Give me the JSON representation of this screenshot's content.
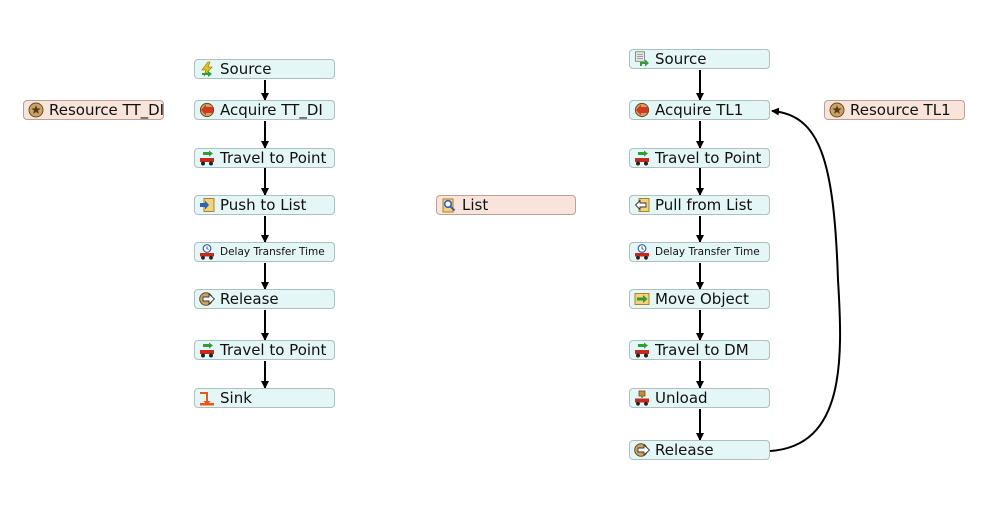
{
  "left_flow": {
    "resource": "Resource TT_DI",
    "steps": {
      "source": "Source",
      "acquire": "Acquire TT_DI",
      "travel1": "Travel to Point",
      "push": "Push to List",
      "delay": "Delay Transfer Time",
      "release": "Release",
      "travel2": "Travel to Point",
      "sink": "Sink"
    }
  },
  "shared": {
    "list": "List"
  },
  "right_flow": {
    "resource": "Resource TL1",
    "steps": {
      "source": "Source",
      "acquire": "Acquire TL1",
      "travel1": "Travel to Point",
      "pull": "Pull from List",
      "delay": "Delay Transfer Time",
      "move": "Move Object",
      "travel2": "Travel to DM",
      "unload": "Unload",
      "release": "Release"
    }
  }
}
